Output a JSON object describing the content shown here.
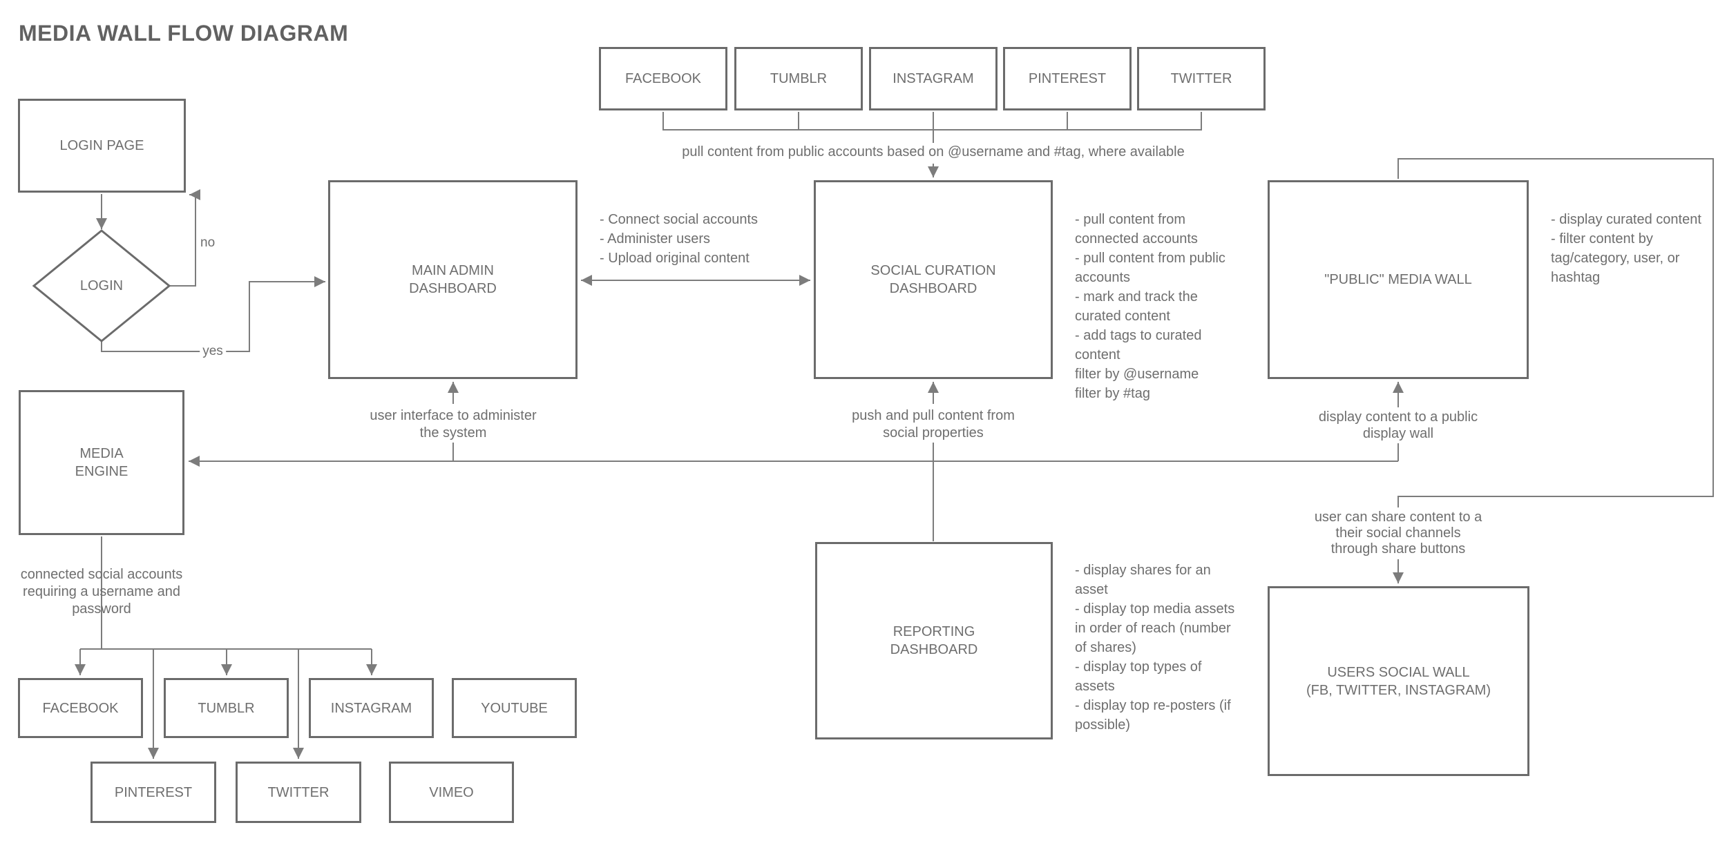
{
  "title": "MEDIA WALL FLOW DIAGRAM",
  "colors": {
    "box_border": "#6b6b6b",
    "connector": "#7c7c7c",
    "text": "#6e6e6e"
  },
  "nodes": {
    "login_page": {
      "label": "LOGIN PAGE"
    },
    "login_decision": {
      "label": "LOGIN"
    },
    "main_admin": {
      "label": "MAIN ADMIN\nDASHBOARD"
    },
    "social_curation": {
      "label": "SOCIAL CURATION\nDASHBOARD"
    },
    "public_media_wall": {
      "label": "\"PUBLIC\" MEDIA WALL"
    },
    "media_engine": {
      "label": "MEDIA\nENGINE"
    },
    "reporting": {
      "label": "REPORTING\nDASHBOARD"
    },
    "users_social_wall": {
      "label": "USERS SOCIAL WALL\n(FB, TWITTER, INSTAGRAM)"
    }
  },
  "public_sources": [
    "FACEBOOK",
    "TUMBLR",
    "INSTAGRAM",
    "PINTEREST",
    "TWITTER"
  ],
  "connected_accounts_row1": [
    "FACEBOOK",
    "TUMBLR",
    "INSTAGRAM",
    "YOUTUBE"
  ],
  "connected_accounts_row2": [
    "PINTEREST",
    "TWITTER",
    "VIMEO"
  ],
  "edge_labels": {
    "no": "no",
    "yes": "yes",
    "pull_public": "pull content from public accounts based on @username and #tag, where available",
    "admin_ui": "user interface to administer\nthe system",
    "push_pull": "push and pull content from\nsocial properties",
    "display_wall": "display content to a public\ndisplay wall",
    "share": "user can share content to a\ntheir social channels\nthrough share buttons",
    "connected": "connected social accounts\nrequiring a username and\npassword"
  },
  "annotations": {
    "main_admin": "- Connect social accounts\n- Administer users\n- Upload original content",
    "social_curation": "- pull content from\nconnected accounts\n- pull content from public\naccounts\n- mark and track the\ncurated content\n- add tags to curated\ncontent\nfilter by @username\nfilter by #tag",
    "public_media_wall": "- display curated content\n- filter content by\ntag/category, user, or\nhashtag",
    "reporting": "- display shares for an\nasset\n- display top media assets\nin order of reach (number\nof shares)\n- display top types of\nassets\n- display top re-posters (if\npossible)"
  }
}
